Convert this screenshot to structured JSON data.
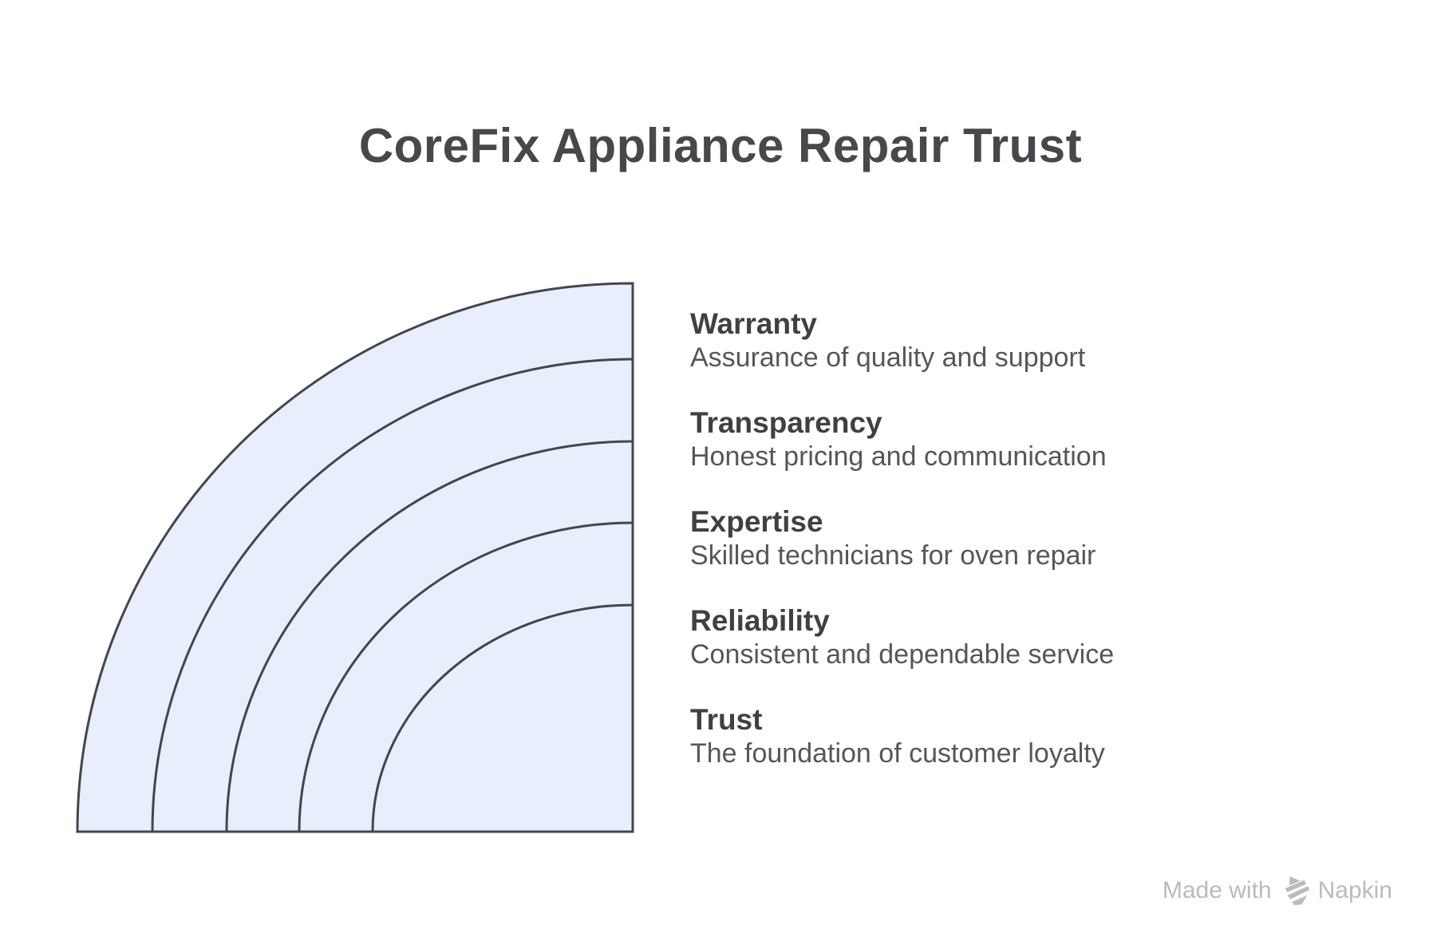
{
  "title": "CoreFix Appliance Repair Trust",
  "diagram": {
    "type": "concentric-quarter-arcs",
    "band_count": 5,
    "levels_outer_to_inner": [
      "Warranty",
      "Transparency",
      "Expertise",
      "Reliability",
      "Trust"
    ],
    "fill_color": "#E8EEFB",
    "stroke_color": "#43464B"
  },
  "items": [
    {
      "label": "Warranty",
      "description": "Assurance of quality and support"
    },
    {
      "label": "Transparency",
      "description": "Honest pricing and communication"
    },
    {
      "label": "Expertise",
      "description": "Skilled technicians for oven repair"
    },
    {
      "label": "Reliability",
      "description": "Consistent and dependable service"
    },
    {
      "label": "Trust",
      "description": "The foundation of customer loyalty"
    }
  ],
  "watermark": {
    "prefix": "Made with",
    "brand": "Napkin",
    "icon": "napkin-logo-icon",
    "color": "#B9BBBD"
  }
}
